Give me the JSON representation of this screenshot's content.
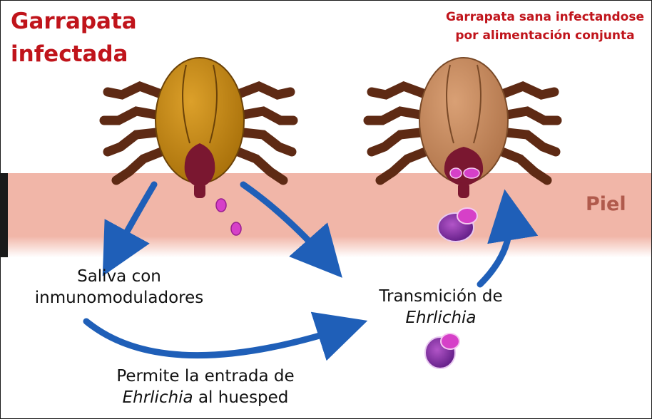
{
  "title_left": {
    "line1": "Garrapata",
    "line2": "infectada"
  },
  "title_right": {
    "line1": "Garrapata sana infectandose",
    "line2": "por alimentación conjunta"
  },
  "skin_label": "Piel",
  "saliva": {
    "line1": "Saliva con",
    "line2": "inmunomoduladores"
  },
  "transmission": {
    "line1": "Transmición de",
    "line2": "Ehrlichia"
  },
  "entry": {
    "line1": "Permite la entrada de",
    "organism": "Ehrlichia",
    "rest": " al huesped"
  },
  "colors": {
    "title_red": "#c0141b",
    "skin": "#f1b6a8",
    "infected_tick_body": "#c8860d",
    "healthy_tick_body": "#c98b5e",
    "tick_legs": "#5e2a14",
    "mouthparts": "#7a1730",
    "arrow_blue": "#1f5fb8",
    "bacteria_purple": "#7a2a9a",
    "particle_magenta": "#d640c8"
  }
}
